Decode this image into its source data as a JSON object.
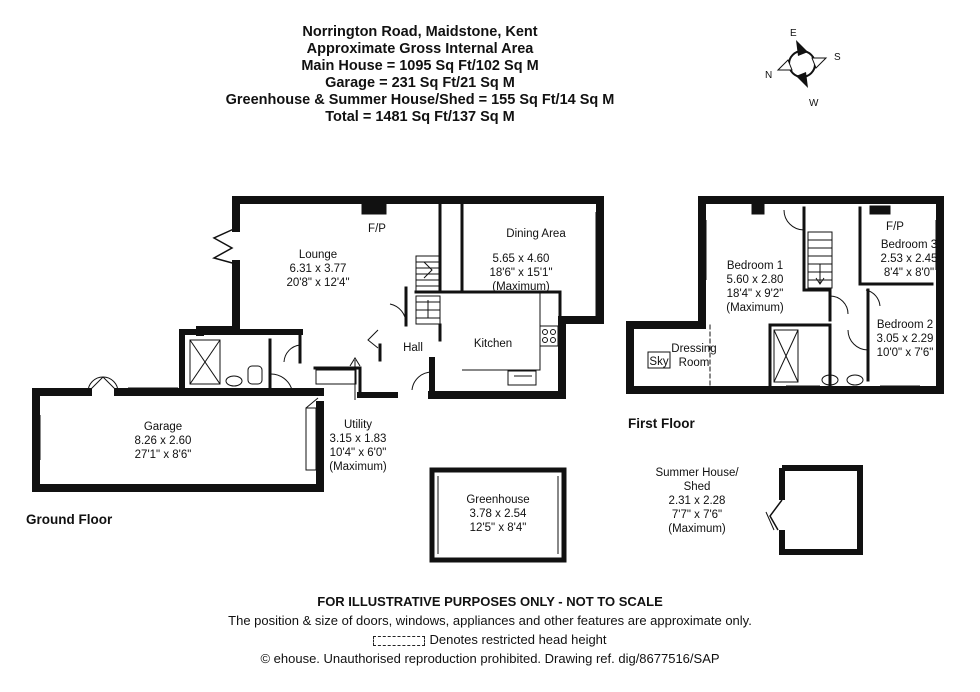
{
  "header": {
    "line1": "Norrington Road, Maidstone, Kent",
    "line2": "Approximate Gross Internal Area",
    "line3": "Main House = 1095 Sq Ft/102 Sq M",
    "line4": "Garage = 231 Sq Ft/21 Sq M",
    "line5": "Greenhouse & Summer House/Shed = 155 Sq Ft/14 Sq M",
    "line6": "Total = 1481 Sq Ft/137 Sq M"
  },
  "compass": {
    "n": "N",
    "e": "E",
    "s": "S",
    "w": "W"
  },
  "ground_floor": {
    "title": "Ground Floor",
    "rooms": {
      "lounge": {
        "name": "Lounge",
        "metric": "6.31 x 3.77",
        "imperial": "20'8\" x 12'4\""
      },
      "lounge_fp": "F/P",
      "dining": {
        "name": "Dining Area",
        "metric": "5.65 x 4.60",
        "imperial": "18'6\" x 15'1\"",
        "note": "(Maximum)"
      },
      "kitchen": {
        "name": "Kitchen"
      },
      "hall": {
        "name": "Hall"
      },
      "garage": {
        "name": "Garage",
        "metric": "8.26 x 2.60",
        "imperial": "27'1\" x 8'6\""
      },
      "utility": {
        "name": "Utility",
        "metric": "3.15 x 1.83",
        "imperial": "10'4\" x 6'0\"",
        "note": "(Maximum)"
      },
      "greenhouse": {
        "name": "Greenhouse",
        "metric": "3.78 x 2.54",
        "imperial": "12'5\" x 8'4\""
      }
    }
  },
  "first_floor": {
    "title": "First Floor",
    "rooms": {
      "bedroom1": {
        "name": "Bedroom 1",
        "metric": "5.60 x 2.80",
        "imperial": "18'4\" x 9'2\"",
        "note": "(Maximum)"
      },
      "bedroom2": {
        "name": "Bedroom 2",
        "metric": "3.05 x 2.29",
        "imperial": "10'0\" x 7'6\""
      },
      "bedroom3": {
        "name": "Bedroom 3",
        "metric": "2.53 x 2.45",
        "imperial": "8'4\" x 8'0\""
      },
      "bedroom3_fp": "F/P",
      "dressing": {
        "name1": "Dressing",
        "name2": "Room"
      },
      "sky": "Sky"
    }
  },
  "summer_house": {
    "name1": "Summer House/",
    "name2": "Shed",
    "metric": "2.31 x 2.28",
    "imperial": "7'7\" x 7'6\"",
    "note": "(Maximum)"
  },
  "footer": {
    "line1": "FOR ILLUSTRATIVE PURPOSES ONLY - NOT TO SCALE",
    "line2": "The position & size of doors, windows, appliances and other features are approximate only.",
    "line3": "Denotes restricted head height",
    "line4": "© ehouse. Unauthorised reproduction prohibited. Drawing ref. dig/8677516/SAP"
  }
}
